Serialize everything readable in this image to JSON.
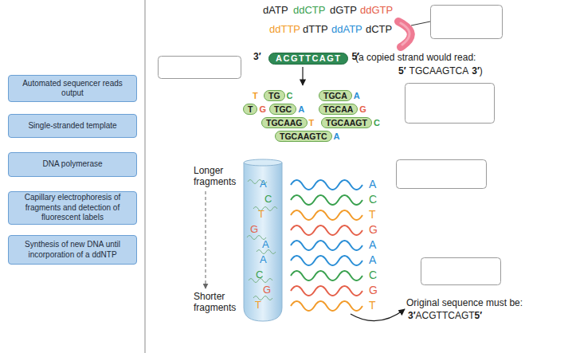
{
  "diagram": {
    "nodes": [
      {
        "text": [
          "Automated sequencer reads output"
        ]
      },
      {
        "text": [
          "Single-stranded template"
        ]
      },
      {
        "text": [
          "DNA polymerase"
        ]
      },
      {
        "text": [
          "Capillary electrophoresis of fragments and detection of fluorescent labels"
        ]
      },
      {
        "text": [
          "Synthesis of new DNA until incorporation of a ddNTP"
        ]
      },
      {
        "text": [
          "ACGTTCAGT"
        ]
      },
      {
        "text": [
          "TG"
        ]
      },
      {
        "text": [
          "TGCA"
        ]
      },
      {
        "text": [
          "T"
        ]
      },
      {
        "text": [
          "TGC"
        ]
      },
      {
        "text": [
          "TGCAA"
        ]
      },
      {
        "text": [
          "TGCAAG"
        ]
      },
      {
        "text": [
          "TGCAAGT"
        ]
      },
      {
        "text": [
          "TGCAAGTC"
        ]
      }
    ],
    "labels": [
      "dATP",
      "ddCTP",
      "dGTP",
      "ddGTP",
      "ddTTP",
      "dTTP",
      "ddATP",
      "dCTP",
      "3′",
      "5′",
      "(a copied strand would read:",
      "5′",
      "TGCAAGTCA",
      "3′",
      ")",
      "T",
      "C",
      "A",
      "G",
      "A",
      "G",
      "T",
      "C",
      "A",
      "Longer fragments",
      "Shorter fragments",
      "A",
      "C",
      "T",
      "G",
      "A",
      "A",
      "C",
      "G",
      "T",
      "A",
      "C",
      "T",
      "G",
      "A",
      "A",
      "C",
      "G",
      "T",
      "Original sequence must be:",
      "3′",
      "ACGTTCAGT",
      "5′"
    ]
  }
}
